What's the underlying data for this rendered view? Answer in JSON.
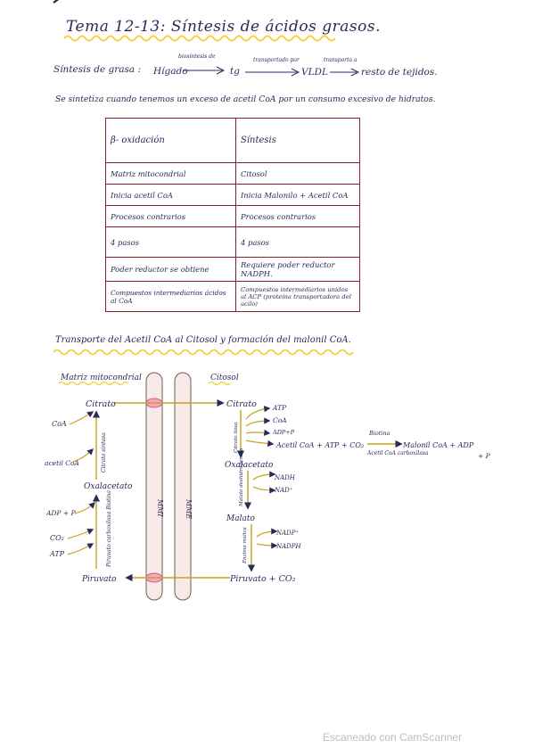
{
  "title": "Tema 12-13: Síntesis de ácidos grasos.",
  "line1": {
    "prefix": "Síntesis de grasa :",
    "higado": "Hígado",
    "arrow1_label": "biosíntesis de",
    "tg": "tg",
    "arrow2_label": "transportado por",
    "vldl": "VLDL",
    "arrow3_label": "transporta a",
    "resto": "resto de tejidos."
  },
  "line2": "Se sintetiza cuando tenemos un exceso de acetil CoA por un consumo excesivo de hidratos.",
  "table": {
    "headers": [
      "β- oxidación",
      "Síntesis"
    ],
    "rows": [
      [
        "Matriz mitocondrial",
        "Citosol"
      ],
      [
        "Inicia acetil CoA",
        "Inicia Malonilo + Acetil CoA"
      ],
      [
        "Procesos contrarios",
        "Procesos contrarios"
      ],
      [
        "4 pasos",
        "4 pasos"
      ],
      [
        "Poder reductor se obtiene",
        "Requiere poder reductor NADPH."
      ],
      [
        "Compuestos intermediarios ácidos al CoA",
        "Compuestos intermediarios unidos al ACP (proteína transportadora del acilo)"
      ]
    ]
  },
  "section2": "Transporte del Acetil CoA al Citosol y formación del malonil CoA.",
  "diagram": {
    "matriz": "Matriz mitocondrial",
    "citosol": "Citosol",
    "mmi": "MMI",
    "mme": "MME",
    "left": {
      "citrato": "Citrato",
      "coa": "CoA",
      "acetilcoa": "acetil CoA",
      "citrato_sintasa": "Citrato sintasa",
      "oxalacetato": "Oxalacetato",
      "adp_p": "ADP + P",
      "co2": "CO₂",
      "atp": "ATP",
      "piruvato_carboxilasa": "Piruvato carboxilasa Biotina",
      "piruvato": "Piruvato"
    },
    "right": {
      "citrato": "Citrato",
      "atp": "ATP",
      "coa": "CoA",
      "adp_p": "ADP+P",
      "citrato_liasa": "Citrato liasa",
      "acetilcoa_eq": "Acetil CoA + ATP + CO₂",
      "biotina": "Biotina",
      "acetil_coa_carboxilasa": "Acetil CoA carboxilasa",
      "malonil": "Malonil CoA + ADP",
      "plus_p": "+ P",
      "oxalacetato": "Oxalacetato",
      "nadh": "NADH",
      "nad": "NAD⁺",
      "malato_dh": "Malato deshidrogenasa",
      "malato": "Malato",
      "nadp": "NADP⁺",
      "nadph": "NADPH",
      "enzima_malica": "Enzima málica",
      "piruvato_co2": "Piruvato + CO₂"
    }
  },
  "footer": "Escaneado con CamScanner",
  "colors": {
    "ink": "#2a2a5a",
    "table_border": "#8b1e2e",
    "highlight": "#f4d24a",
    "membrane": "#f2d8d2",
    "pink": "#e07a9c",
    "footer": "#bdbdbd"
  }
}
